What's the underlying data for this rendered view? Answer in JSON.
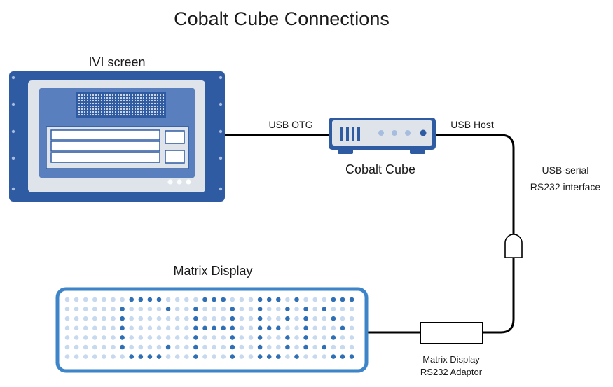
{
  "diagram": {
    "title": "Cobalt Cube Connections",
    "ivi_label": "IVI screen",
    "cube_label": "Cobalt Cube",
    "matrix_label": "Matrix Display",
    "usb_otg_label": "USB OTG",
    "usb_host_label": "USB Host",
    "usb_serial_label_line1": "USB-serial",
    "usb_serial_label_line2": "RS232 interface",
    "adaptor_label_line1": "Matrix Display",
    "adaptor_label_line2": "RS232 Adaptor"
  },
  "colors": {
    "outer_blue": "#2f5ba3",
    "light_gray": "#dfe4ea",
    "bezel": "#5a7fbf",
    "matrix_border": "#3d84c8",
    "dot_light": "#c6d9ef",
    "dot_dark": "#2f6fb5",
    "cable": "#000000"
  },
  "matrix": {
    "rows": 7,
    "cols": 32,
    "lit": [
      [
        7,
        8,
        9,
        10,
        15,
        16,
        17,
        21,
        22,
        23,
        25,
        29,
        30,
        31
      ],
      [
        6,
        11,
        14,
        18,
        21,
        24,
        26,
        28
      ],
      [
        6,
        14,
        18,
        21,
        24,
        26,
        29
      ],
      [
        6,
        14,
        15,
        16,
        17,
        18,
        21,
        22,
        23,
        26,
        30
      ],
      [
        6,
        14,
        18,
        21,
        24,
        26,
        29
      ],
      [
        6,
        11,
        14,
        18,
        21,
        24,
        26,
        28
      ],
      [
        7,
        8,
        9,
        10,
        14,
        18,
        21,
        22,
        23,
        25,
        29,
        30,
        31
      ]
    ]
  }
}
